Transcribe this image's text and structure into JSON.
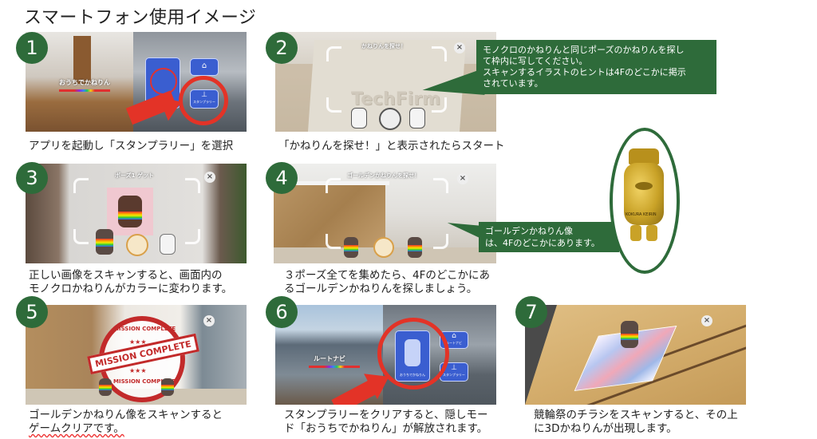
{
  "page": {
    "title": "スマートフォン使用イメージ"
  },
  "steps": [
    {
      "number": "1",
      "caption_lines": [
        "アプリを起動し「スタンプラリー」を選択"
      ],
      "screen": {
        "mode_label": "おうちでかねりん",
        "buttons": [
          {
            "label": "",
            "icon": "top-secret-stamp-icon"
          },
          {
            "label": "",
            "icon": "route-navi-icon"
          },
          {
            "label": "スタンプラリー",
            "icon": "stamp-icon"
          }
        ],
        "highlight": "スタンプラリー"
      }
    },
    {
      "number": "2",
      "caption_lines": [
        "「かねりんを探せ！」と表示されたらスタート"
      ],
      "screen": {
        "header": "かねりんを探せ！",
        "close": "×",
        "background_text": "TechFirm"
      },
      "callout_lines": [
        "モノクロのかねりんと同じポーズのかねりんを探し",
        "て枠内に写してください。",
        "スキャンするイラストのヒントは4Fのどこかに掲示",
        "されています。"
      ]
    },
    {
      "number": "3",
      "caption_lines": [
        "正しい画像をスキャンすると、画面内の",
        "モノクロかねりんがカラーに変わります。"
      ],
      "screen": {
        "header": "ポーズ1 ゲット",
        "close": "×"
      }
    },
    {
      "number": "4",
      "caption_lines": [
        "３ポーズ全てを集めたら、4Fのどこかにあ",
        "るゴールデンかねりんを探しましょう。"
      ],
      "screen": {
        "header": "ゴールデンかねりんを探せ！",
        "close": "×"
      },
      "callout_lines": [
        "ゴールデンかねりん像",
        "は、4Fのどこかにあります。"
      ],
      "statue_label": "KOKURA KEIRIN"
    },
    {
      "number": "5",
      "caption_lines": [
        "ゴールデンかねりん像をスキャンすると",
        "ゲームクリアです。"
      ],
      "screen": {
        "stamp_top": "MISSION COMPLETE",
        "stamp_center": "MISSION COMPLETE",
        "stamp_bottom": "MISSION COMPLETE",
        "close": "×"
      }
    },
    {
      "number": "6",
      "caption_lines": [
        "スタンプラリーをクリアすると、隠しモー",
        "ド「おうちでかねりん」が解放されます。"
      ],
      "screen": {
        "mode_label": "ルートナビ",
        "buttons": [
          {
            "label": "おうちでかねりん",
            "icon": "kanerin-icon"
          },
          {
            "label": "ルートナビ",
            "icon": "route-navi-icon"
          },
          {
            "label": "スタンプラリー",
            "icon": "stamp-icon"
          }
        ],
        "highlight": "おうちでかねりん"
      }
    },
    {
      "number": "7",
      "caption_lines": [
        "競輪祭のチラシをスキャンすると、その上",
        "に3Dかねりんが出現します。"
      ],
      "screen": {
        "close": "×"
      }
    }
  ],
  "colors": {
    "badge_green": "#2e6b3a",
    "callout_green": "#2e6b3a",
    "highlight_red": "#e33327",
    "app_button_blue": "#3a5ed0",
    "gold": "#c9a227"
  }
}
